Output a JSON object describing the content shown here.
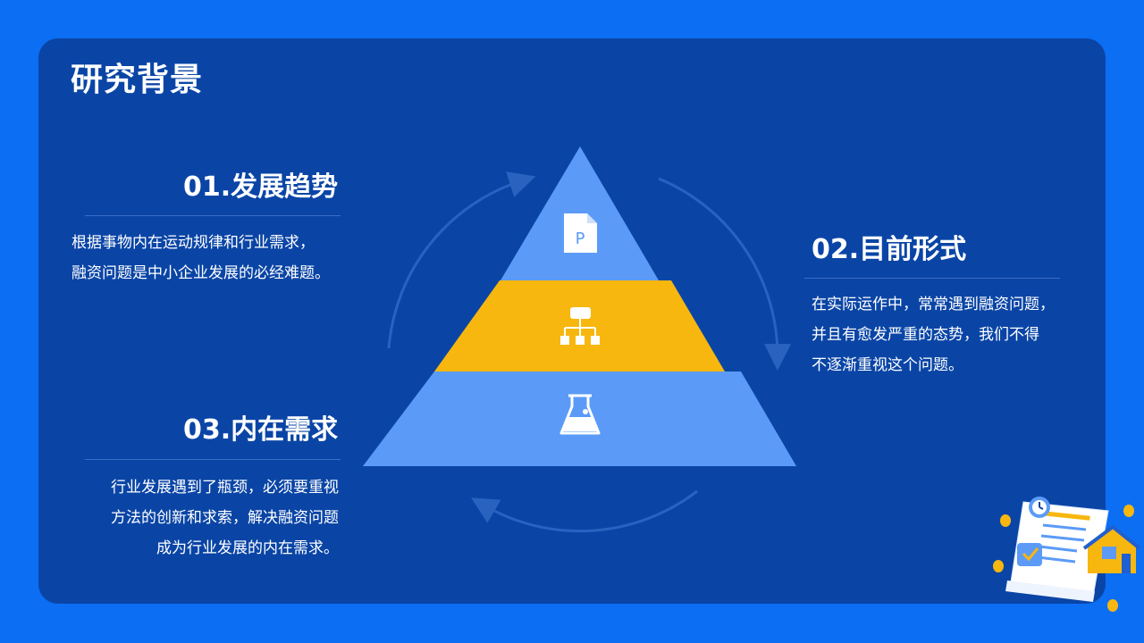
{
  "page": {
    "title": "研究背景"
  },
  "sections": [
    {
      "heading": "01.发展趋势",
      "lines": [
        "根据事物内在运动规律和行业需求，",
        "融资问题是中小企业发展的必经难题。"
      ]
    },
    {
      "heading": "02.目前形式",
      "lines": [
        "在实际运作中，常常遇到融资问题，",
        "并且有愈发严重的态势，我们不得",
        "不逐渐重视这个问题。"
      ]
    },
    {
      "heading": "03.内在需求",
      "lines": [
        "行业发展遇到了瓶颈，必须要重视",
        "方法的创新和求索，解决融资问题",
        "成为行业发展的内在需求。"
      ]
    }
  ],
  "pyramid": {
    "tiers": [
      {
        "icon": "document-p-icon",
        "color": "#5b9bf7"
      },
      {
        "icon": "hierarchy-icon",
        "color": "#f7b70f"
      },
      {
        "icon": "flask-icon",
        "color": "#5b9bf7"
      }
    ],
    "icon_letter": "P"
  },
  "colors": {
    "background": "#0c6ef3",
    "panel": "#0a45a6",
    "accent_blue": "#5b9bf7",
    "accent_yellow": "#f7b70f",
    "text": "#ffffff"
  }
}
